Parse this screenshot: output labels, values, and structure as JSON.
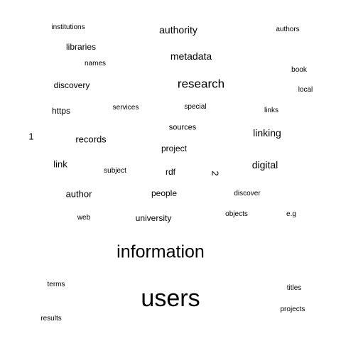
{
  "words": [
    {
      "text": "users",
      "weight": 10
    },
    {
      "text": "information",
      "weight": 8
    },
    {
      "text": "research",
      "weight": 6
    },
    {
      "text": "authority",
      "weight": 4
    },
    {
      "text": "metadata",
      "weight": 4
    },
    {
      "text": "linking",
      "weight": 4
    },
    {
      "text": "digital",
      "weight": 4
    },
    {
      "text": "records",
      "weight": 3
    },
    {
      "text": "author",
      "weight": 3
    },
    {
      "text": "link",
      "weight": 3
    },
    {
      "text": "discovery",
      "weight": 3
    },
    {
      "text": "libraries",
      "weight": 3
    },
    {
      "text": "https",
      "weight": 3
    },
    {
      "text": "project",
      "weight": 3
    },
    {
      "text": "people",
      "weight": 3
    },
    {
      "text": "university",
      "weight": 3
    },
    {
      "text": "rdf",
      "weight": 3
    },
    {
      "text": "2",
      "weight": 3
    },
    {
      "text": "1",
      "weight": 3
    },
    {
      "text": "sources",
      "weight": 2
    },
    {
      "text": "institutions",
      "weight": 1
    },
    {
      "text": "authors",
      "weight": 1
    },
    {
      "text": "names",
      "weight": 1
    },
    {
      "text": "book",
      "weight": 1
    },
    {
      "text": "local",
      "weight": 1
    },
    {
      "text": "services",
      "weight": 1
    },
    {
      "text": "special",
      "weight": 1
    },
    {
      "text": "links",
      "weight": 1
    },
    {
      "text": "subject",
      "weight": 1
    },
    {
      "text": "discover",
      "weight": 1
    },
    {
      "text": "objects",
      "weight": 1
    },
    {
      "text": "e.g",
      "weight": 1
    },
    {
      "text": "web",
      "weight": 1
    },
    {
      "text": "terms",
      "weight": 1
    },
    {
      "text": "titles",
      "weight": 1
    },
    {
      "text": "projects",
      "weight": 1
    },
    {
      "text": "results",
      "weight": 1
    }
  ]
}
